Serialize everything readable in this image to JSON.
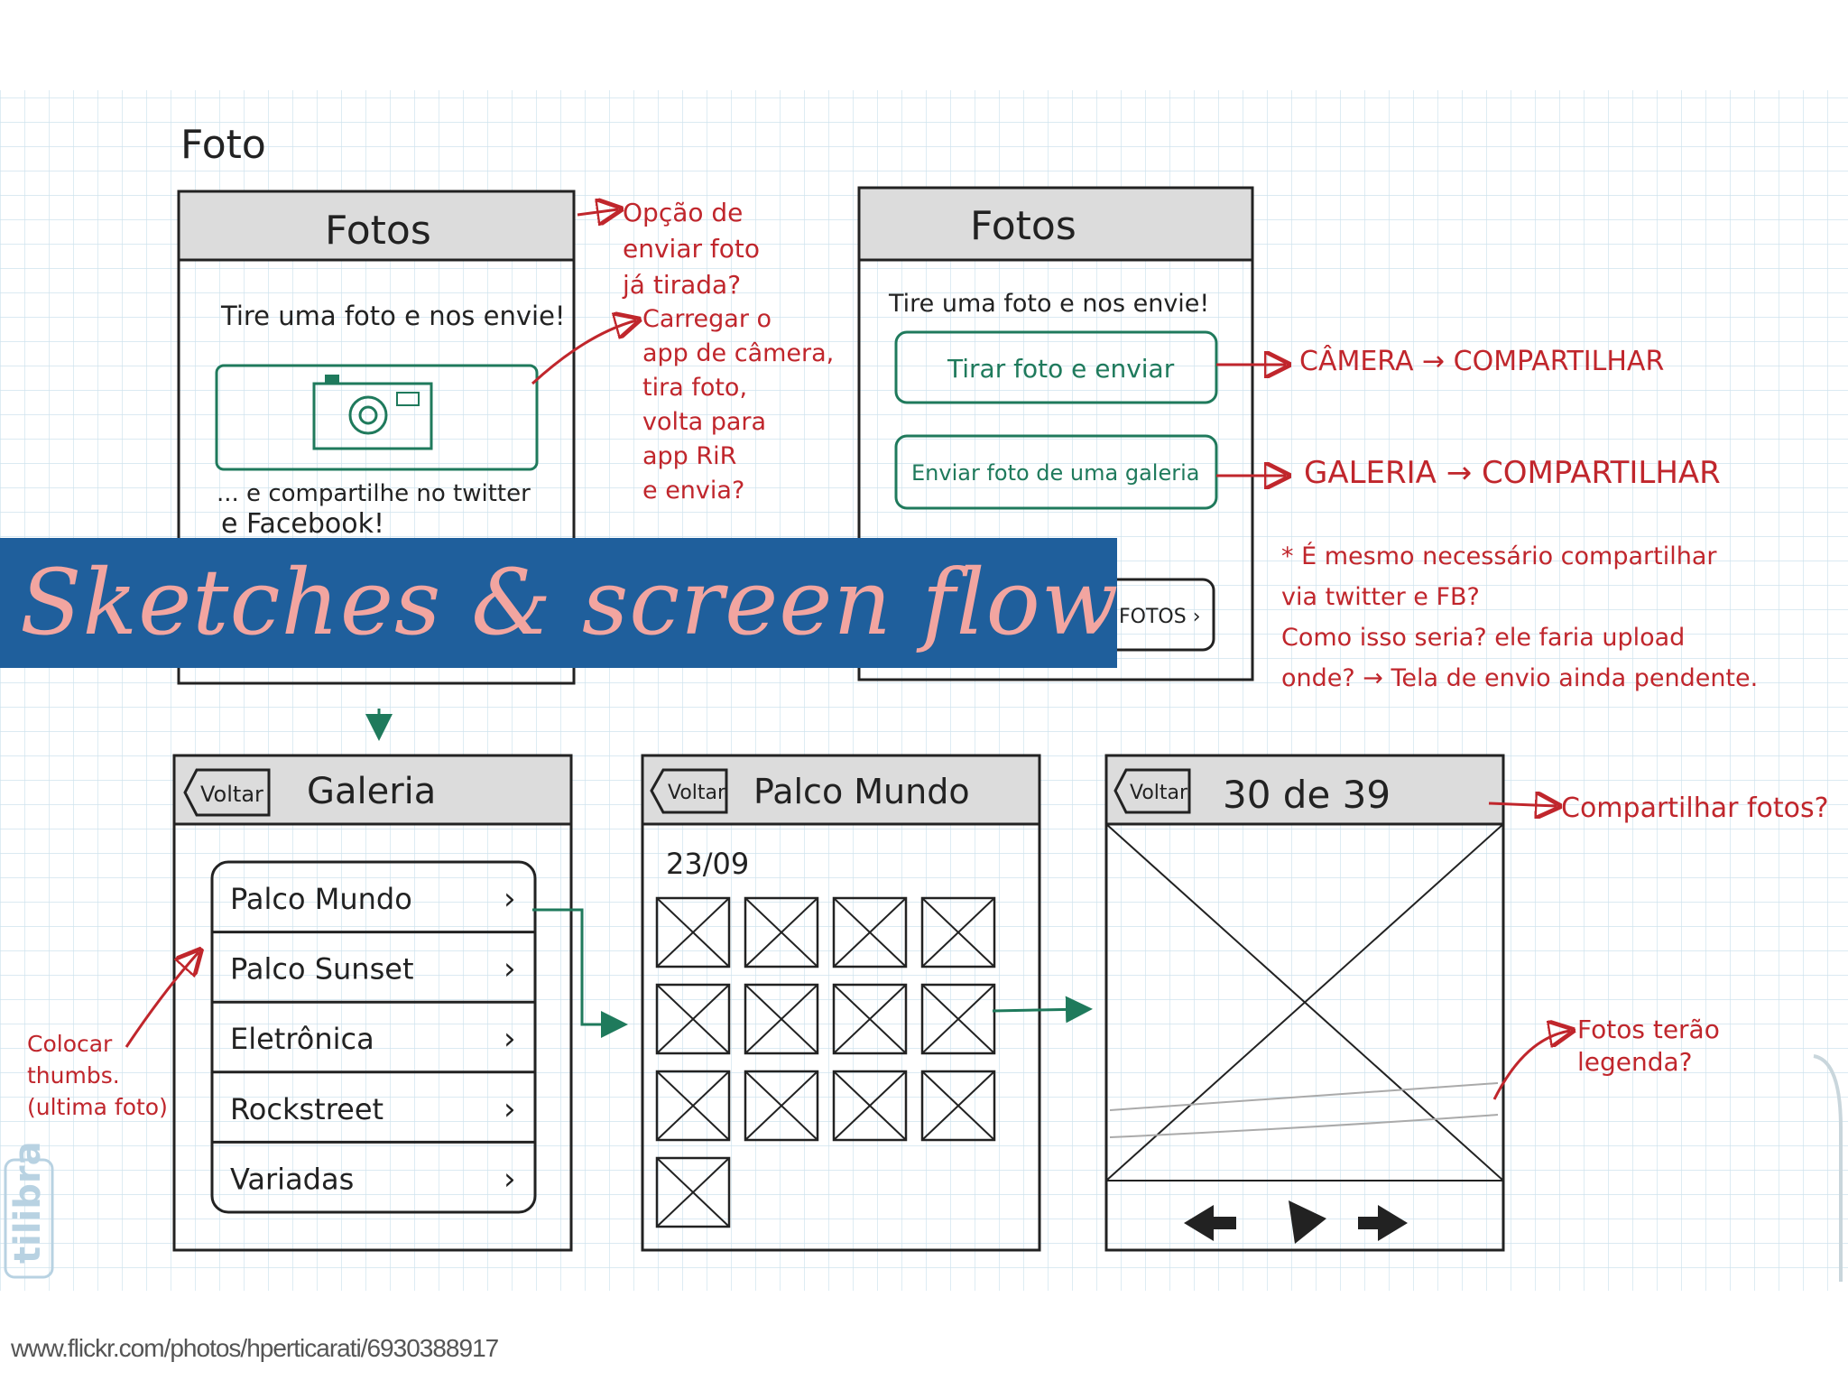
{
  "page_heading": "Foto",
  "banner": {
    "title": "Sketches & screen flow"
  },
  "source_url": "www.flickr.com/photos/hperticarati/6930388917",
  "colors": {
    "ink": "#222222",
    "red_note": "#c0262c",
    "green": "#1f7a5c",
    "grid": "#cfe3ee",
    "banner_bg": "#1f5f9c",
    "banner_text": "#f2a5a0"
  },
  "screen1": {
    "title": "Fotos",
    "prompt": "Tire uma foto e nos envie!",
    "camera_icon": "camera-icon",
    "share_text_1": "... e compartilhe no twitter",
    "share_text_2": "e Facebook!"
  },
  "screen2": {
    "title": "Fotos",
    "prompt": "Tire uma foto e nos envie!",
    "button_take": "Tirar foto e enviar",
    "button_gallery": "Enviar foto de uma galeria",
    "button_fotos": "FOTOS"
  },
  "screen_gallery": {
    "back": "Voltar",
    "title": "Galeria",
    "items": [
      "Palco Mundo",
      "Palco Sunset",
      "Eletrônica",
      "Rockstreet",
      "Variadas"
    ]
  },
  "screen_album": {
    "back": "Voltar",
    "title": "Palco Mundo",
    "date": "23/09"
  },
  "screen_photo": {
    "back": "Voltar",
    "counter": "30 de 39"
  },
  "notes": {
    "n1": [
      "Opção de",
      "enviar foto",
      "já tirada?"
    ],
    "n2": [
      "Carregar o",
      "app de câmera,",
      "tira foto,",
      "volta para",
      "app RiR",
      "e envia?"
    ],
    "flow_camera": "CÂMERA → COMPARTILHAR",
    "flow_gallery": "GALERIA → COMPARTILHAR",
    "question": [
      "* É mesmo necessário compartilhar",
      "via twitter e FB?",
      "Como isso seria? ele faria upload",
      "onde? → Tela de envio ainda pendente."
    ],
    "share_photos": "Compartilhar fotos?",
    "captions": [
      "Fotos terão",
      "legenda?"
    ],
    "thumbs": [
      "Colocar",
      "thumbs.",
      "(ultima foto)"
    ]
  },
  "side_brand": "tilibra"
}
